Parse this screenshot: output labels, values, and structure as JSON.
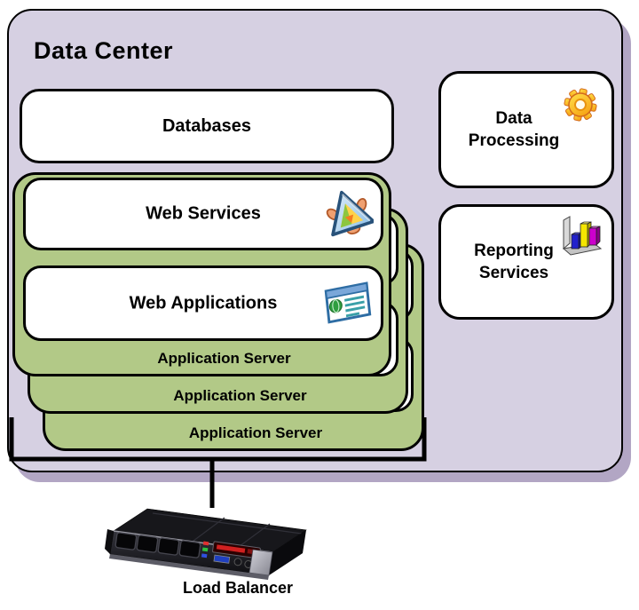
{
  "data_center": {
    "title": "Data Center"
  },
  "databases": {
    "label": "Databases"
  },
  "application_servers": [
    {
      "label": "Application Server"
    },
    {
      "label": "Application Server"
    },
    {
      "label": "Application Server"
    }
  ],
  "web_services": {
    "label": "Web Services",
    "icon": "web-services-icon"
  },
  "web_applications": {
    "label": "Web Applications",
    "icon": "web-app-window-icon"
  },
  "data_processing": {
    "line1": "Data",
    "line2": "Processing",
    "icon": "gear-icon"
  },
  "reporting_services": {
    "line1": "Reporting",
    "line2": "Services",
    "icon": "bar-chart-icon"
  },
  "load_balancer": {
    "label": "Load Balancer",
    "icon": "rack-appliance-image"
  },
  "colors": {
    "container_lavender": "#d6d0e2",
    "container_shadow": "#b2a6c4",
    "server_green": "#b2c987",
    "box_white": "#ffffff",
    "border_black": "#000000",
    "gear_orange": "#f59a0d",
    "bar_blue": "#2222cc",
    "bar_yellow": "#f5e600",
    "bar_magenta": "#cc00cc"
  }
}
